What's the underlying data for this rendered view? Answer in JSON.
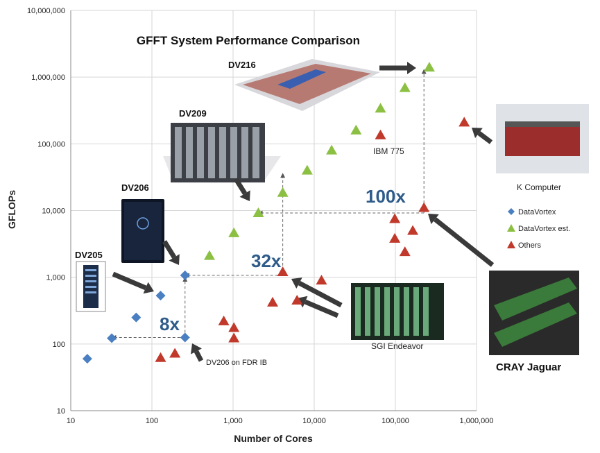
{
  "chart_data": {
    "type": "scatter",
    "title": "GFFT System Performance Comparison",
    "xlabel": "Number of Cores",
    "ylabel": "GFLOPs",
    "xscale": "log",
    "yscale": "log",
    "xlim": [
      10,
      1000000
    ],
    "ylim": [
      10,
      10000000
    ],
    "x_ticks": [
      "10",
      "100",
      "1,000",
      "10,000",
      "100,000",
      "1,000,000"
    ],
    "y_ticks": [
      "10",
      "100",
      "1,000",
      "10,000",
      "100,000",
      "1,000,000",
      "10,000,000"
    ],
    "grid": true,
    "legend_position": "right",
    "series": [
      {
        "name": "DataVortex",
        "color": "#4a7fc1",
        "marker": "diamond",
        "points": [
          [
            16,
            60
          ],
          [
            32,
            122
          ],
          [
            64,
            250
          ],
          [
            128,
            530
          ],
          [
            256,
            1070
          ],
          [
            256,
            125
          ]
        ]
      },
      {
        "name": "DataVortex est.",
        "color": "#8cc043",
        "marker": "triangle",
        "points": [
          [
            512,
            2100
          ],
          [
            1024,
            4600
          ],
          [
            2048,
            9200
          ],
          [
            4096,
            18500
          ],
          [
            8192,
            40000
          ],
          [
            16384,
            80000
          ],
          [
            32768,
            160000
          ],
          [
            65536,
            340000
          ],
          [
            131072,
            690000
          ],
          [
            262144,
            1400000
          ]
        ]
      },
      {
        "name": "Others",
        "color": "#c0392b",
        "marker": "triangle",
        "points": [
          [
            128,
            62
          ],
          [
            192,
            72
          ],
          [
            768,
            220
          ],
          [
            1024,
            175
          ],
          [
            1024,
            122
          ],
          [
            3072,
            420
          ],
          [
            4096,
            1200
          ],
          [
            6144,
            450
          ],
          [
            12288,
            900
          ],
          [
            65536,
            135000
          ],
          [
            98304,
            7500
          ],
          [
            98304,
            3800
          ],
          [
            131072,
            2400
          ],
          [
            163840,
            5000
          ],
          [
            225000,
            11000
          ],
          [
            705000,
            210000
          ]
        ]
      }
    ],
    "annotations": {
      "dv205": "DV205",
      "dv206": "DV206",
      "dv209": "DV209",
      "dv216": "DV216",
      "ibm": "IBM 775",
      "kcomputer": "K Computer",
      "sgi": "SGI Endeavor",
      "cray": "CRAY Jaguar",
      "fdr": "DV206 on FDR IB",
      "x8": "8x",
      "x32": "32x",
      "x100": "100x"
    }
  }
}
